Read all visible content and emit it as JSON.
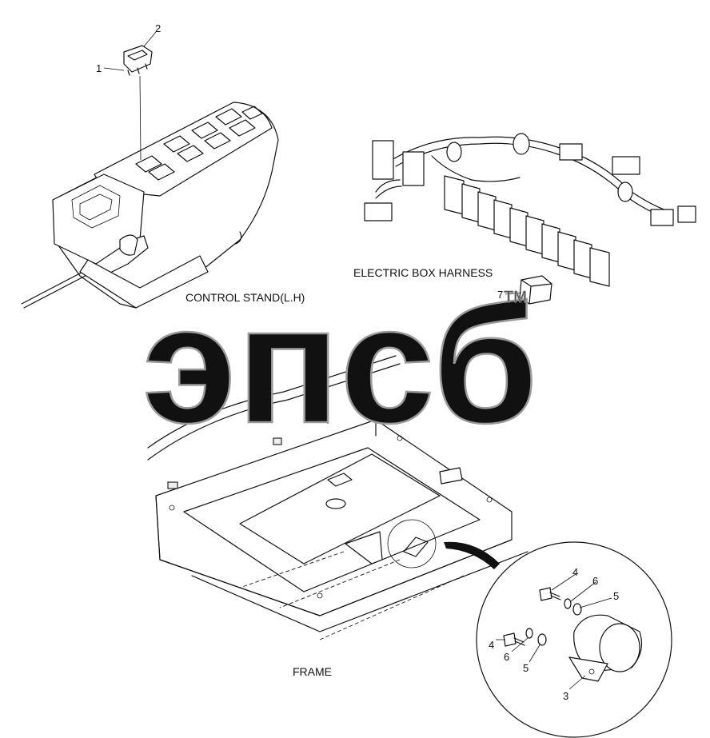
{
  "labels": {
    "control_stand": "CONTROL STAND(L.H)",
    "electric_box_harness": "ELECTRIC BOX HARNESS",
    "frame": "FRAME"
  },
  "callouts": {
    "c1": "1",
    "c2": "2",
    "c3": "3",
    "c4a": "4",
    "c4b": "4",
    "c5a": "5",
    "c5b": "5",
    "c6a": "6",
    "c6b": "6",
    "c7": "7"
  },
  "watermark": {
    "text": "эпсб",
    "trademark": "TM"
  }
}
